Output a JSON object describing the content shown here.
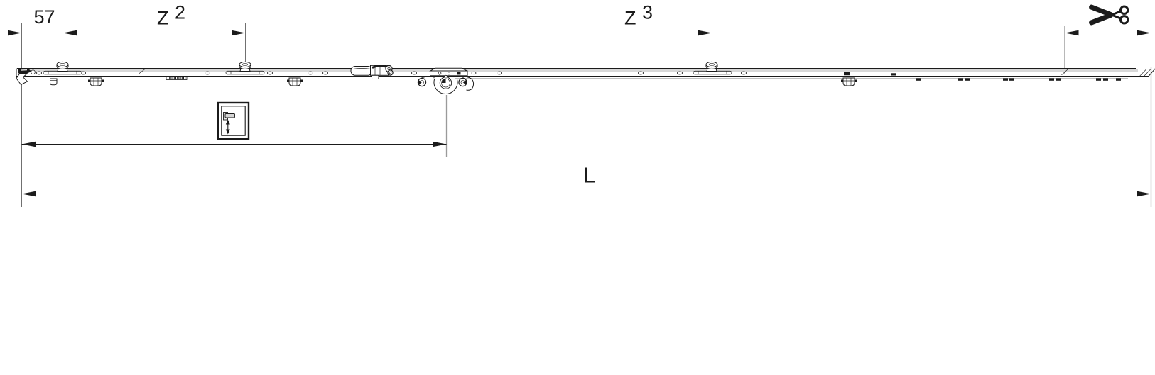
{
  "diagram": {
    "labels": {
      "dim_57": "57",
      "z2_base": "Z",
      "z2_sup": "2",
      "z3_base": "Z",
      "z3_sup": "3",
      "length": "L"
    },
    "icons": {
      "cut": "scissors-icon",
      "handle_height": "variable-handle-height-icon"
    },
    "colors": {
      "line": "#1b1b1b",
      "reference_line": "#9a9a9a",
      "rail_shading": "#d8d8d8",
      "background": "#ffffff"
    }
  }
}
